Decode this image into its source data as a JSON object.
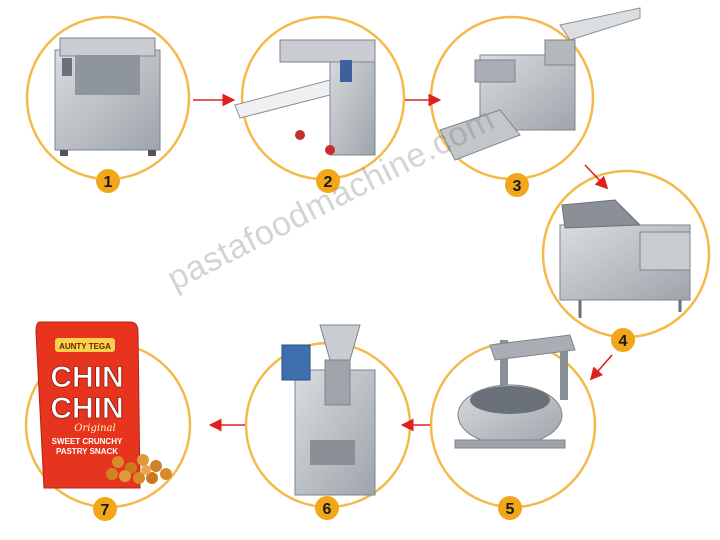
{
  "steps": [
    {
      "number": "1",
      "machine": "dough mixer"
    },
    {
      "number": "2",
      "machine": "dough sheeter"
    },
    {
      "number": "3",
      "machine": "chin chin cutting machine"
    },
    {
      "number": "4",
      "machine": "continuous fryer"
    },
    {
      "number": "5",
      "machine": "de-oiling machine"
    },
    {
      "number": "6",
      "machine": "vertical packing machine"
    },
    {
      "number": "7",
      "machine": "packaged snack"
    }
  ],
  "watermark": "pastafoodmachine.com",
  "package": {
    "brand": "AUNTY TEGA",
    "title_line1": "CHIN",
    "title_line2": "CHIN",
    "flavor": "Original",
    "tagline_line1": "SWEET CRUNCHY",
    "tagline_line2": "PASTRY SNACK"
  },
  "colors": {
    "ring": "#f4b94a",
    "badge": "#f2a619",
    "arrow": "#e0201b",
    "steel": "#b9bec4",
    "package": "#e6341f"
  }
}
